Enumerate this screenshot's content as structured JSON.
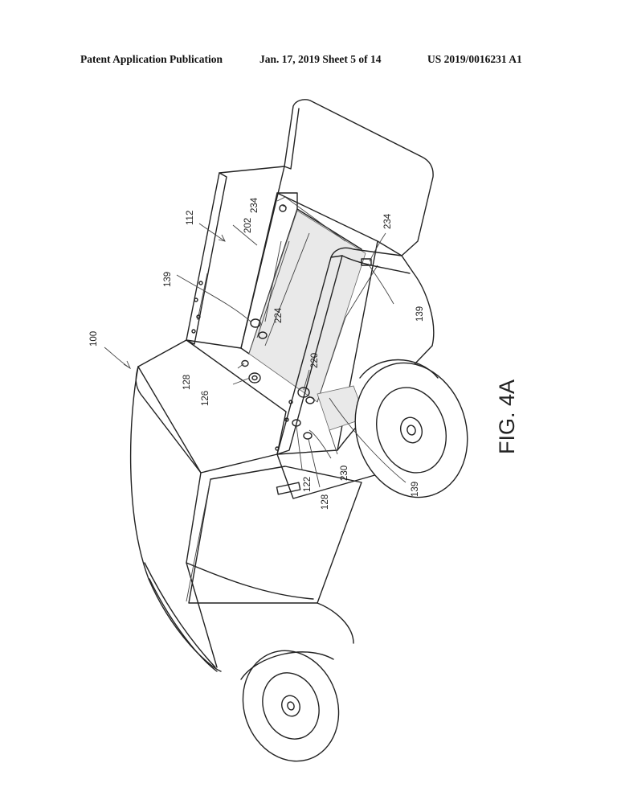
{
  "header": {
    "publication": "Patent Application Publication",
    "date_sheet": "Jan. 17, 2019  Sheet 5 of 14",
    "number": "US 2019/0016231 A1"
  },
  "figure": {
    "label": "FIG. 4A",
    "refs": {
      "r100": "100",
      "r112": "112",
      "r234a": "234",
      "r202": "202",
      "r139a": "139",
      "r224": "224",
      "r128a": "128",
      "r126": "126",
      "r234b": "234",
      "r139b": "139",
      "r220": "220",
      "r230": "230",
      "r139c": "139",
      "r122": "122",
      "r128b": "128"
    }
  }
}
